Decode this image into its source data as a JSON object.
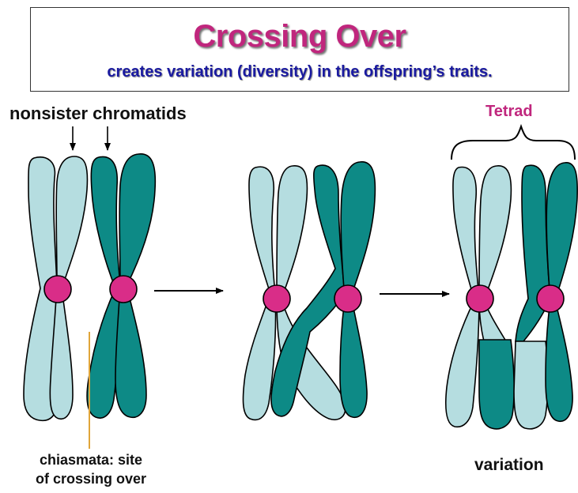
{
  "title": "Crossing Over",
  "subtitle": "creates variation (diversity) in the offspring’s traits.",
  "labels": {
    "nonsister": "nonsister chromatids",
    "tetrad": "Tetrad",
    "chiasmata_line1": "chiasmata: site",
    "chiasmata_line2": "of crossing over",
    "variation": "variation"
  },
  "colors": {
    "light_chromatid": "#b5dde0",
    "dark_chromatid": "#0d8a86",
    "centromere": "#d92d88",
    "title": "#c0267d",
    "subtitle": "#1a1aa0",
    "chiasma_line": "#e0a53a",
    "outline": "#000000"
  }
}
